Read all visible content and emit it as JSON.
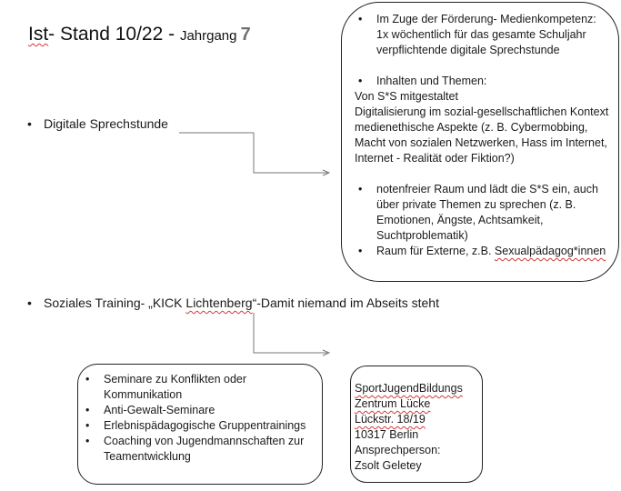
{
  "title": {
    "ist": "Ist",
    "stand": "- Stand 10/22 - ",
    "jahrgang": "Jahrgang ",
    "number": "7"
  },
  "main_bullets": [
    "Digitale Sprechstunde",
    "Soziales Training- „KICK Lichtenberg“-Damit niemand im Abseits steht"
  ],
  "kick_parts": {
    "before": "Soziales Training- „KICK ",
    "underlined": "Lichtenberg",
    "after": "“-Damit niemand im Abseits steht"
  },
  "sprechstunde_box": {
    "item1": "Im Zuge der Förderung- Medienkompetenz: 1x wöchentlich für das gesamte Schuljahr verpflichtende digitale Sprechstunde",
    "item2": "Inhalten und Themen:",
    "lines": [
      "Von S*S mitgestaltet",
      "Digitalisierung im sozial-gesellschaftlichen Kontext",
      "medienethische Aspekte (z. B. Cybermobbing, Macht von sozialen Netzwerken, Hass im Internet, Internet - Realität oder Fiktion?)"
    ],
    "item3": "notenfreier Raum und lädt die S*S ein, auch über private Themen zu sprechen (z. B. Emotionen, Ängste, Achtsamkeit, Suchtproblematik)",
    "item4_prefix": "Raum für Externe, z.B. ",
    "item4_word": "Sexualpädagog*innen"
  },
  "training_box": {
    "items": [
      "Seminare zu Konflikten oder Kommunikation",
      "Anti-Gewalt-Seminare",
      "Erlebnispädagogische Gruppentrainings",
      "Coaching von Jugendmannschaften zur Teamentwicklung"
    ]
  },
  "contact_box": {
    "lines": [
      "SportJugendBildungs",
      "Zentrum Lücke",
      "Lückstr. 18/19",
      "10317 Berlin",
      "Ansprechperson:",
      "Zsolt Geletey"
    ]
  }
}
